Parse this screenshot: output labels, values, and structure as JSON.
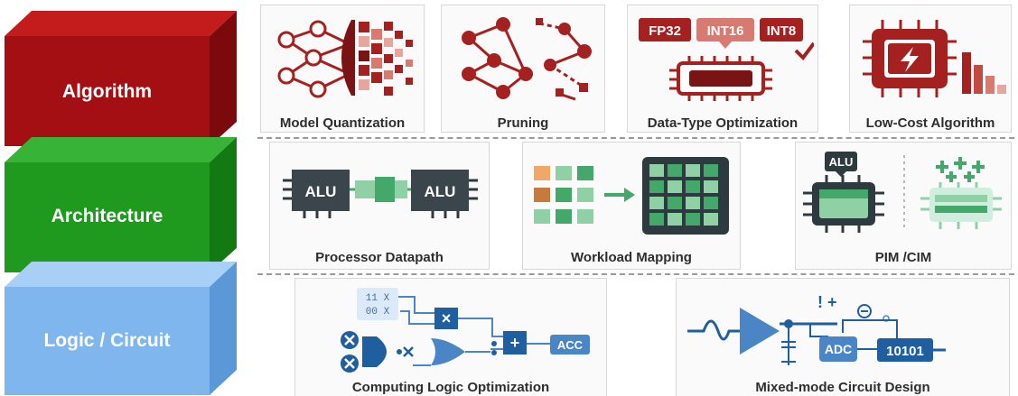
{
  "layers": {
    "algorithm": "Algorithm",
    "architecture": "Architecture",
    "logic": "Logic / Circuit"
  },
  "algorithm_row": {
    "quantization": "Model Quantization",
    "pruning": "Pruning",
    "datatype": "Data-Type Optimization",
    "lowcost": "Low-Cost Algorithm",
    "fp32": "FP32",
    "int16": "INT16",
    "int8": "INT8"
  },
  "architecture_row": {
    "datapath": "Processor Datapath",
    "mapping": "Workload Mapping",
    "pim": "PIM /CIM",
    "alu": "ALU"
  },
  "logic_row": {
    "computing": "Computing Logic Optimization",
    "mixed": "Mixed-mode Circuit Design",
    "code1": "11 X",
    "code2": "00 X",
    "acc": "ACC",
    "adc": "ADC",
    "bits": "10101",
    "mul": "×",
    "add": "+"
  },
  "colors": {
    "algorithm": "#a30f12",
    "architecture": "#1f9a1f",
    "logic": "#7fb6ee",
    "accent_red": "#a5211f",
    "accent_blue": "#1f5f9f",
    "accent_green": "#44a86a"
  }
}
